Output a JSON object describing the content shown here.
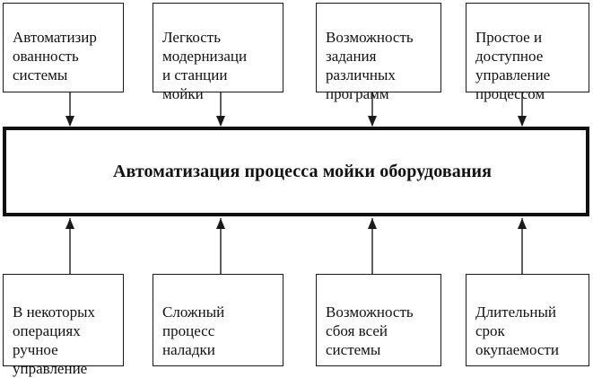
{
  "central": {
    "title": "Автоматизация процесса мойки оборудования"
  },
  "top_boxes": [
    {
      "text": "Автоматизир\nованность\nсистемы"
    },
    {
      "text": "Легкость\nмодернизаци\nи станции\nмойки"
    },
    {
      "text": "Возможность\nзадания\nразличных\nпрограмм"
    },
    {
      "text": "Простое и\nдоступное\nуправление\nпроцессом"
    }
  ],
  "bottom_boxes": [
    {
      "text": "В некоторых\nоперациях\nручное\nуправление"
    },
    {
      "text": "Сложный\nпроцесс\nналадки"
    },
    {
      "text": "Возможность\nсбоя всей\nсистемы"
    },
    {
      "text": "Длительный\nсрок\nокупаемости"
    }
  ]
}
